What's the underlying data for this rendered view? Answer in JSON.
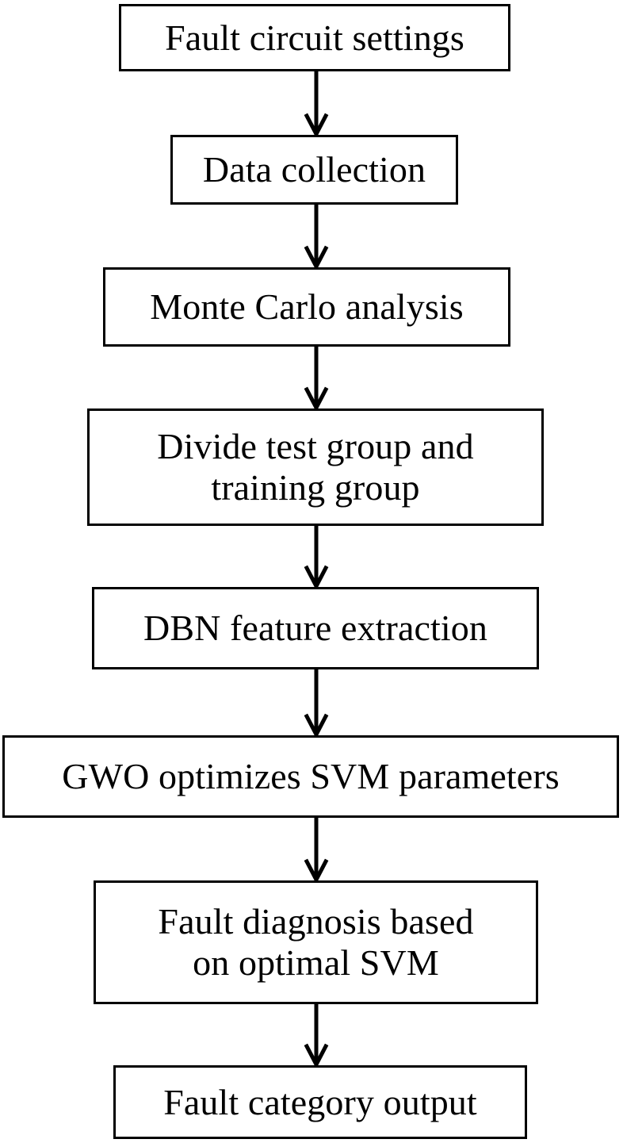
{
  "diagram": {
    "type": "flowchart",
    "orientation": "top-to-bottom",
    "background_color": "#ffffff",
    "stroke_color": "#000000",
    "text_color": "#000000",
    "nodes": [
      {
        "id": "fault-circuit-settings",
        "label": "Fault circuit settings",
        "shape": "rectangle"
      },
      {
        "id": "data-collection",
        "label": "Data collection",
        "shape": "rectangle"
      },
      {
        "id": "monte-carlo-analysis",
        "label": "Monte Carlo analysis",
        "shape": "rectangle"
      },
      {
        "id": "divide-test-training-group",
        "label": "Divide test group and\ntraining group",
        "shape": "rectangle"
      },
      {
        "id": "dbn-feature-extraction",
        "label": "DBN feature extraction",
        "shape": "rectangle"
      },
      {
        "id": "gwo-optimizes-svm-parameters",
        "label": "GWO optimizes SVM parameters",
        "shape": "rectangle"
      },
      {
        "id": "fault-diagnosis-optimal-svm",
        "label": "Fault diagnosis based\non optimal SVM",
        "shape": "rectangle"
      },
      {
        "id": "fault-category-output",
        "label": "Fault category output",
        "shape": "rectangle"
      }
    ],
    "edges": [
      {
        "from": "fault-circuit-settings",
        "to": "data-collection",
        "style": "arrow-down",
        "label": ""
      },
      {
        "from": "data-collection",
        "to": "monte-carlo-analysis",
        "style": "arrow-down",
        "label": ""
      },
      {
        "from": "monte-carlo-analysis",
        "to": "divide-test-training-group",
        "style": "arrow-down",
        "label": ""
      },
      {
        "from": "divide-test-training-group",
        "to": "dbn-feature-extraction",
        "style": "arrow-down",
        "label": ""
      },
      {
        "from": "dbn-feature-extraction",
        "to": "gwo-optimizes-svm-parameters",
        "style": "arrow-down",
        "label": ""
      },
      {
        "from": "gwo-optimizes-svm-parameters",
        "to": "fault-diagnosis-optimal-svm",
        "style": "arrow-down",
        "label": ""
      },
      {
        "from": "fault-diagnosis-optimal-svm",
        "to": "fault-category-output",
        "style": "arrow-down",
        "label": ""
      }
    ]
  }
}
